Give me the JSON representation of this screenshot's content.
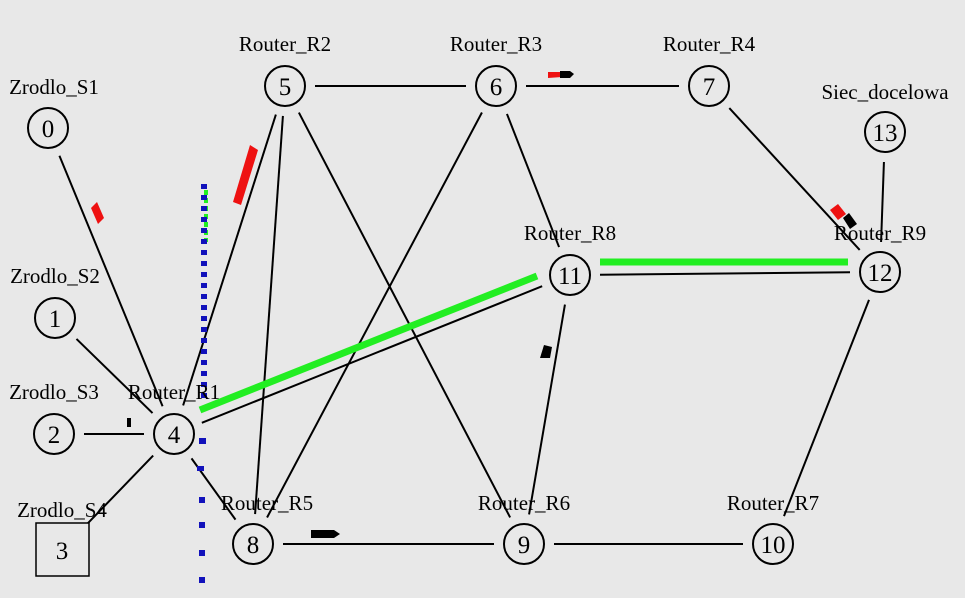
{
  "nodes": [
    {
      "id": "0",
      "label": "Zrodlo_S1"
    },
    {
      "id": "1",
      "label": "Zrodlo_S2"
    },
    {
      "id": "2",
      "label": "Zrodlo_S3"
    },
    {
      "id": "3",
      "label": "Zrodlo_S4"
    },
    {
      "id": "4",
      "label": "Router_R1"
    },
    {
      "id": "5",
      "label": "Router_R2"
    },
    {
      "id": "6",
      "label": "Router_R3"
    },
    {
      "id": "7",
      "label": "Router_R4"
    },
    {
      "id": "8",
      "label": "Router_R5"
    },
    {
      "id": "9",
      "label": "Router_R6"
    },
    {
      "id": "10",
      "label": "Router_R7"
    },
    {
      "id": "11",
      "label": "Router_R8"
    },
    {
      "id": "12",
      "label": "Router_R9"
    },
    {
      "id": "13",
      "label": "Siec_docelowa"
    }
  ],
  "links": [
    [
      "0",
      "4"
    ],
    [
      "1",
      "4"
    ],
    [
      "2",
      "4"
    ],
    [
      "3",
      "4"
    ],
    [
      "4",
      "5"
    ],
    [
      "4",
      "8"
    ],
    [
      "4",
      "11"
    ],
    [
      "5",
      "6"
    ],
    [
      "5",
      "8"
    ],
    [
      "5",
      "9"
    ],
    [
      "6",
      "7"
    ],
    [
      "6",
      "8"
    ],
    [
      "6",
      "11"
    ],
    [
      "7",
      "12"
    ],
    [
      "8",
      "9"
    ],
    [
      "9",
      "10"
    ],
    [
      "9",
      "11"
    ],
    [
      "10",
      "12"
    ],
    [
      "11",
      "12"
    ],
    [
      "13",
      "12"
    ]
  ],
  "colors": {
    "background": "#e8e8e8",
    "flow_green": "#22ee22",
    "packet_red": "#ee1111",
    "packet_black": "#000000",
    "drop_blue": "#1111bb"
  }
}
